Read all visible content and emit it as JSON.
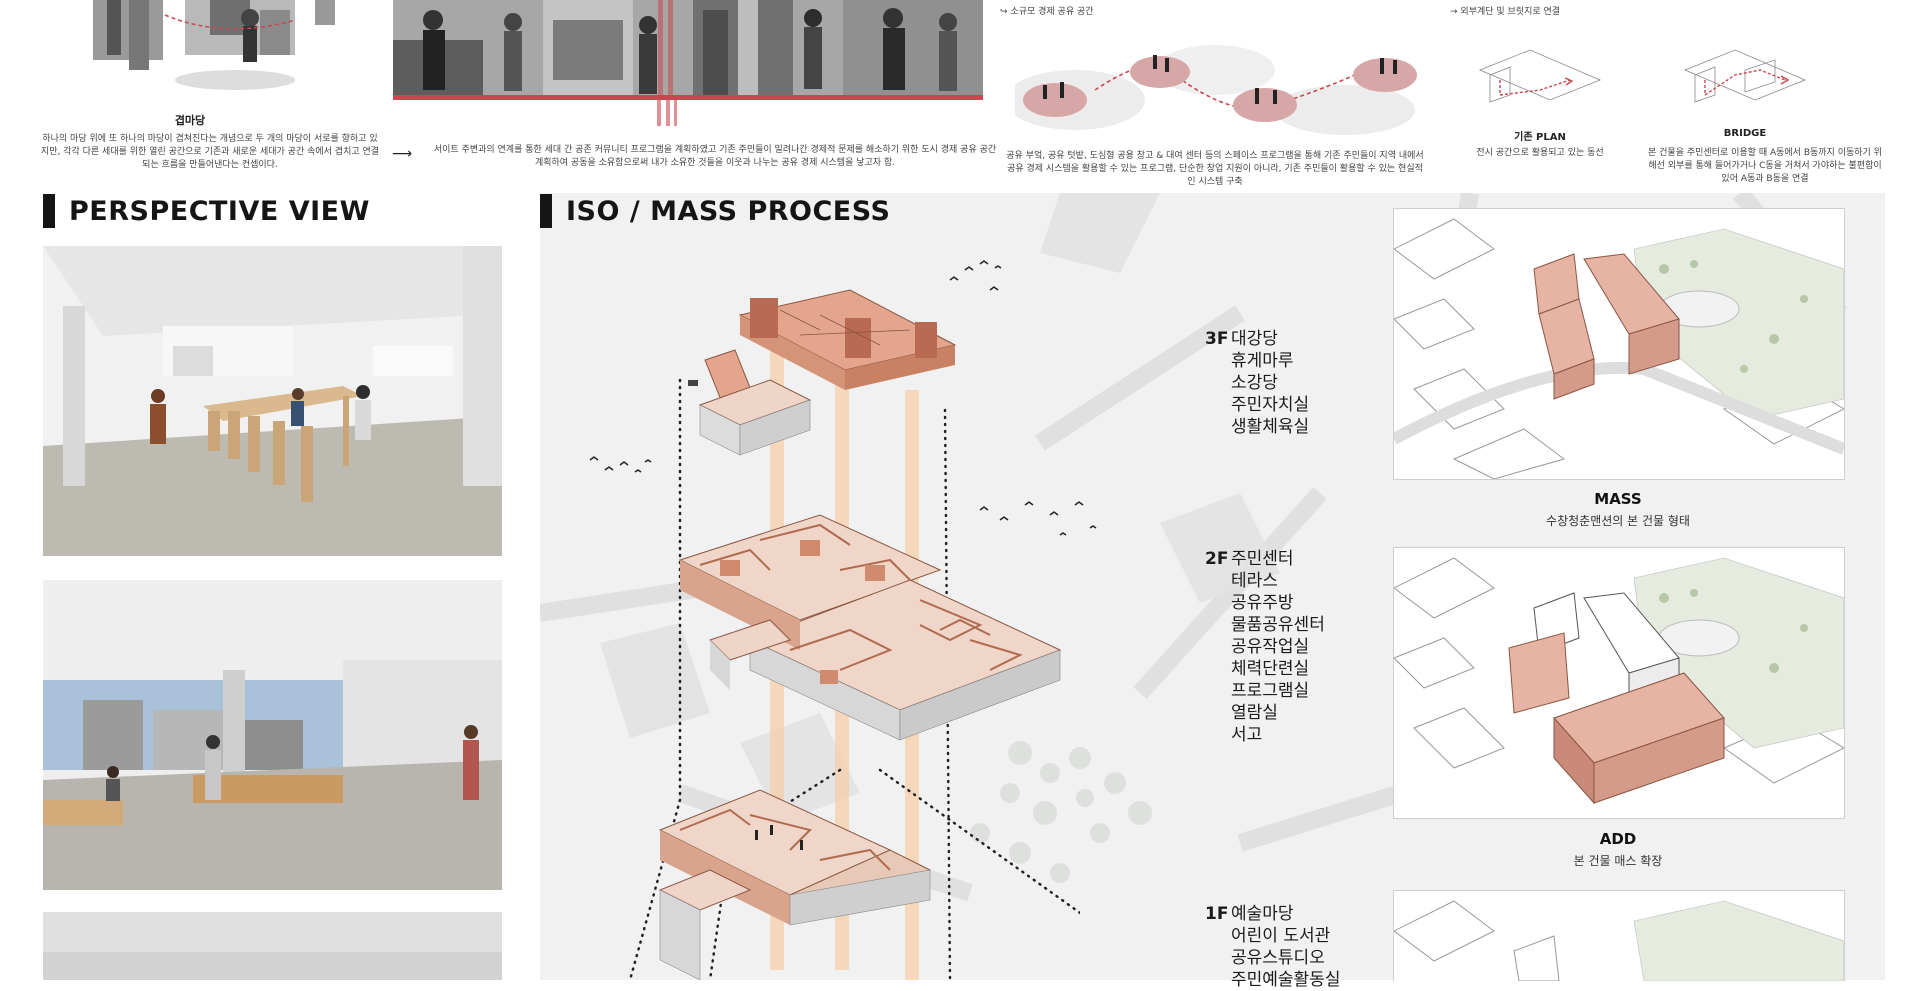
{
  "top": {
    "concept_caption": "겹마당",
    "concept_desc": "하나의 마당 위에 또 하나의 마당이 겹쳐진다는 개념으로 두 개의 마당이 서로를 향하고 있지만, 각각 다른 세대를 위한 열린 공간으로 기존과 새로운 세대가 공간 속에서 겹치고 연결되는 흐름을 만들어낸다는 컨셉이다.",
    "community_desc": "서이트 주변과의 연계를 통한 세대 간 공존 커뮤니티 프로그램을 계획하였고 기존 주민들이 밀려나간 경제적 문제를 해소하기 위한 도시 경제 공유 공간 계획하여 공동을 소유함으로써 내가 소유한 것들을 이웃과 나누는 공유 경제 시스템을 낳고자 함.",
    "share_title": "소규모 경제 공유 공간",
    "share_desc": "공유 부엌, 공유 텃밭, 도심형 공용 창고 & 대여 센터 등의 스페이스 프로그램을 통해 기존 주민들이 지역 내에서 공유 경제 시스템을 활용할 수 있는 프로그램, 단순한 창업 지원이 아니라, 기존 주민들이 활용할 수 있는 현실적인 시스템 구축",
    "route_title": "외부계단 및 브릿지로 연결",
    "plan_label": "기존 PLAN",
    "plan_desc": "전시 공간으로 활용되고 있는 동선",
    "bridge_label": "BRIDGE",
    "bridge_desc": "본 건물을 주민센터로 이용할 때 A동에서 B동까지 이동하기 위해선 외부를 통해 들어가거나 C동을 거쳐서 가야하는 불편함이 있어 A동과 B동을 연결"
  },
  "perspective": {
    "title": "PERSPECTIVE VIEW"
  },
  "iso": {
    "title": "ISO / MASS PROCESS"
  },
  "floors": [
    {
      "level": "3F",
      "items": [
        "대강당",
        "휴게마루",
        "소강당",
        "주민자치실",
        "생활체육실"
      ]
    },
    {
      "level": "2F",
      "items": [
        "주민센터",
        "테라스",
        "공유주방",
        "물품공유센터",
        "공유작업실",
        "체력단련실",
        "프로그램실",
        "열람실",
        "서고"
      ]
    },
    {
      "level": "1F",
      "items": [
        "예술마당",
        "어린이 도서관",
        "공유스튜디오",
        "주민예술활동실"
      ]
    }
  ],
  "mass": [
    {
      "title": "MASS",
      "subtitle": "수창청춘맨션의 본 건물 형태"
    },
    {
      "title": "ADD",
      "subtitle": "본 건물 매스 확장"
    }
  ],
  "colors": {
    "accent": "#c9474f",
    "mass_fill": "#e6b3a6",
    "volume": "#d9937a",
    "light_column": "#f6cfa9"
  }
}
